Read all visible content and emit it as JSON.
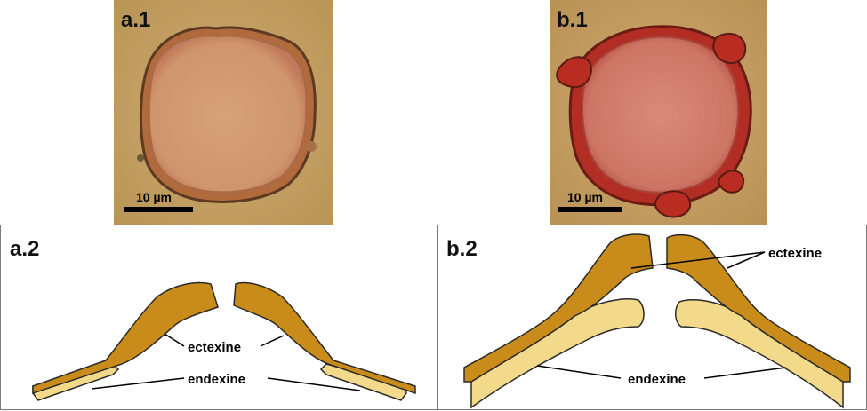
{
  "photos": {
    "a1": {
      "label": "a.1",
      "scale_bar": "10 µm"
    },
    "b1": {
      "label": "b.1",
      "scale_bar": "10 µm"
    }
  },
  "diagrams": {
    "a2": {
      "label": "a.2",
      "outer_layer": "ectexine",
      "inner_layer": "endexine"
    },
    "b2": {
      "label": "b.2",
      "outer_layer": "ectexine",
      "inner_layer": "endexine"
    }
  },
  "colors": {
    "photo_background": "#c8a266",
    "ectexine_fill": "#c98c1a",
    "endexine_fill": "#f3d98a",
    "outline": "#2a2a2a"
  }
}
